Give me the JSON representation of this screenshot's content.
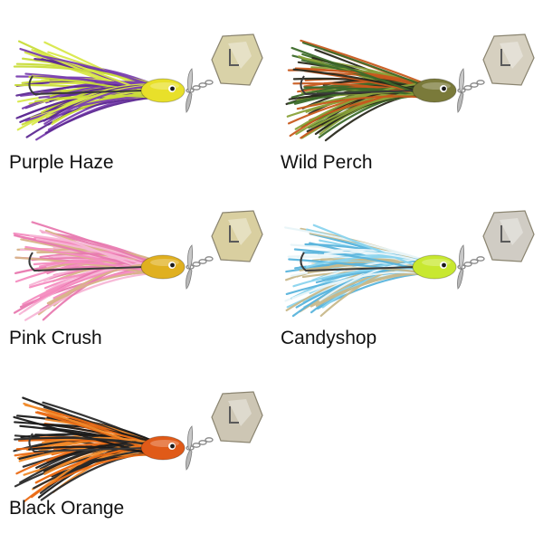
{
  "products": [
    {
      "name": "Purple Haze",
      "skirt_colors": [
        "#d8e84a",
        "#7a3fb0",
        "#c8dc3a",
        "#5e2a94"
      ],
      "head_color": "#e8e02a",
      "eye_color": "#1a1a1a",
      "blade_color": "#d9d2a8"
    },
    {
      "name": "Wild Perch",
      "skirt_colors": [
        "#c85a1e",
        "#3c6a2a",
        "#2a2a1e",
        "#8aa23a"
      ],
      "head_color": "#7a7a3a",
      "eye_color": "#1a1a1a",
      "blade_color": "#d6d0c0"
    },
    {
      "name": "Pink Crush",
      "skirt_colors": [
        "#f48cc0",
        "#f7b6d6",
        "#d8b48a",
        "#e87ab0"
      ],
      "head_color": "#e0b020",
      "eye_color": "#1a1a1a",
      "blade_color": "#d9cfa0"
    },
    {
      "name": "Candyshop",
      "skirt_colors": [
        "#8ad4ee",
        "#e8f4f8",
        "#c8b88a",
        "#5ab4dc"
      ],
      "head_color": "#c8e830",
      "eye_color": "#1a1a1a",
      "blade_color": "#d0ccc4"
    },
    {
      "name": "Black Orange",
      "skirt_colors": [
        "#ea6a14",
        "#1a1a1a",
        "#f08a2a",
        "#2a2a2a"
      ],
      "head_color": "#e05a18",
      "eye_color": "#1a1a1a",
      "blade_color": "#cdc6b4"
    }
  ]
}
